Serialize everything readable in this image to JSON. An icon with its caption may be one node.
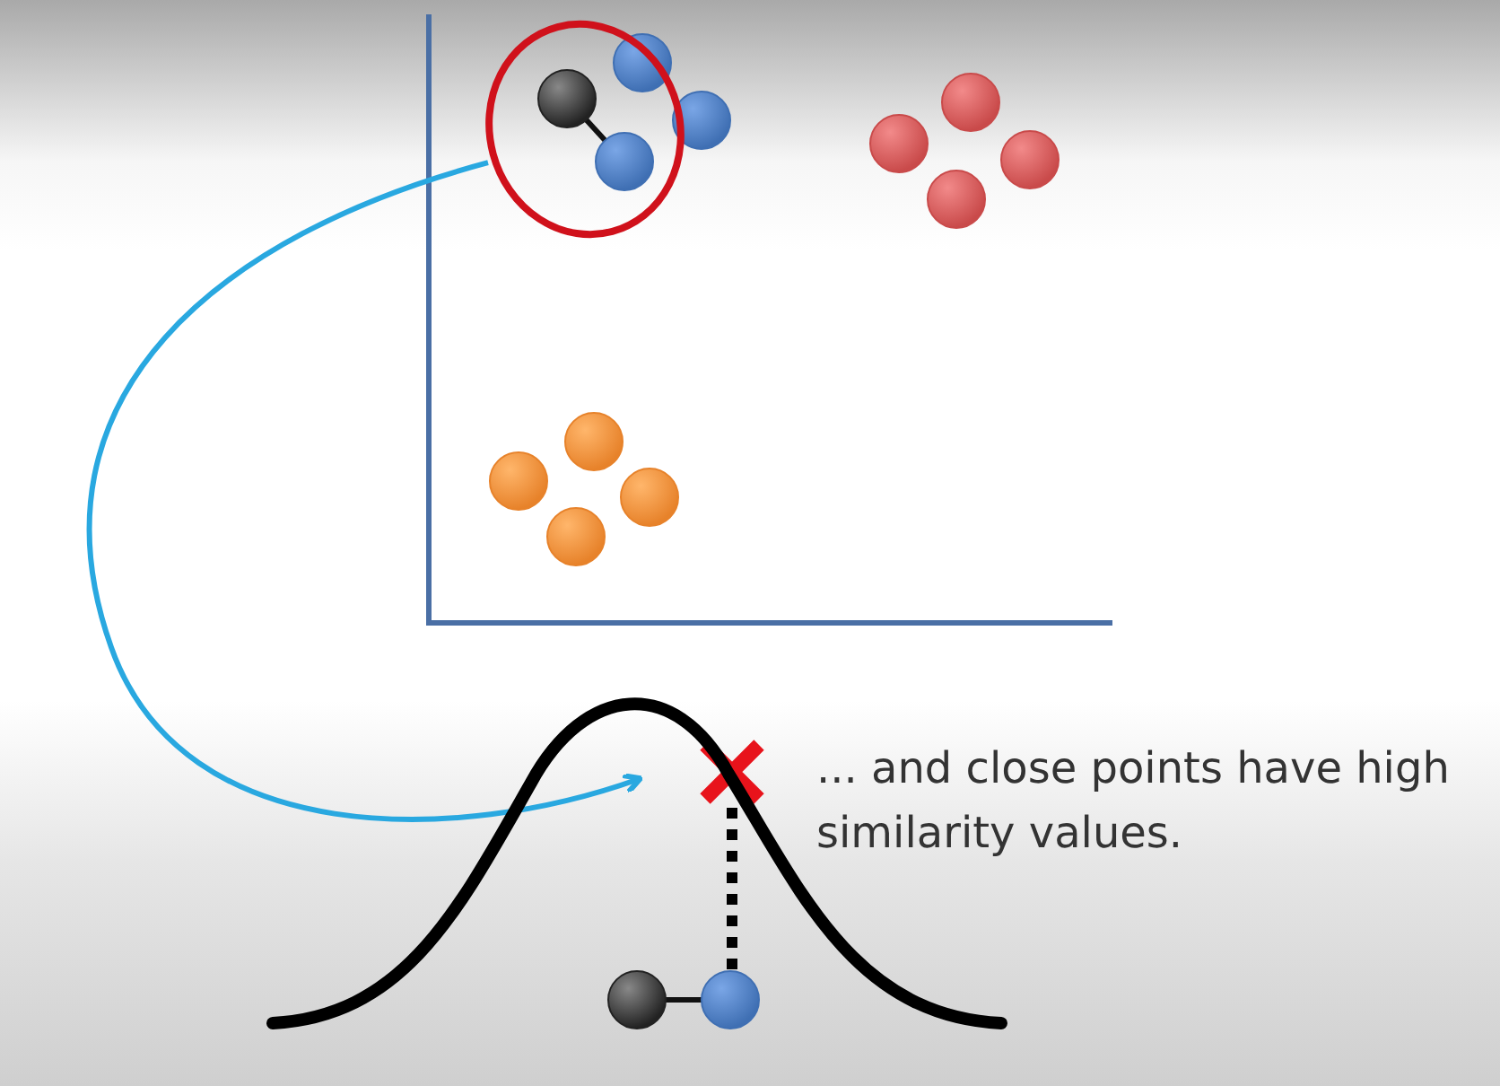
{
  "diagram": {
    "nodes": [
      {
        "text": [],
        "shape": "circle"
      },
      {
        "text": [],
        "shape": "picture"
      }
    ],
    "edges": [
      {
        "from": 0,
        "to": 1,
        "arrow": "to",
        "color": "#29a8e0"
      }
    ],
    "labels": [
      "... and close points have high similarity values."
    ]
  }
}
